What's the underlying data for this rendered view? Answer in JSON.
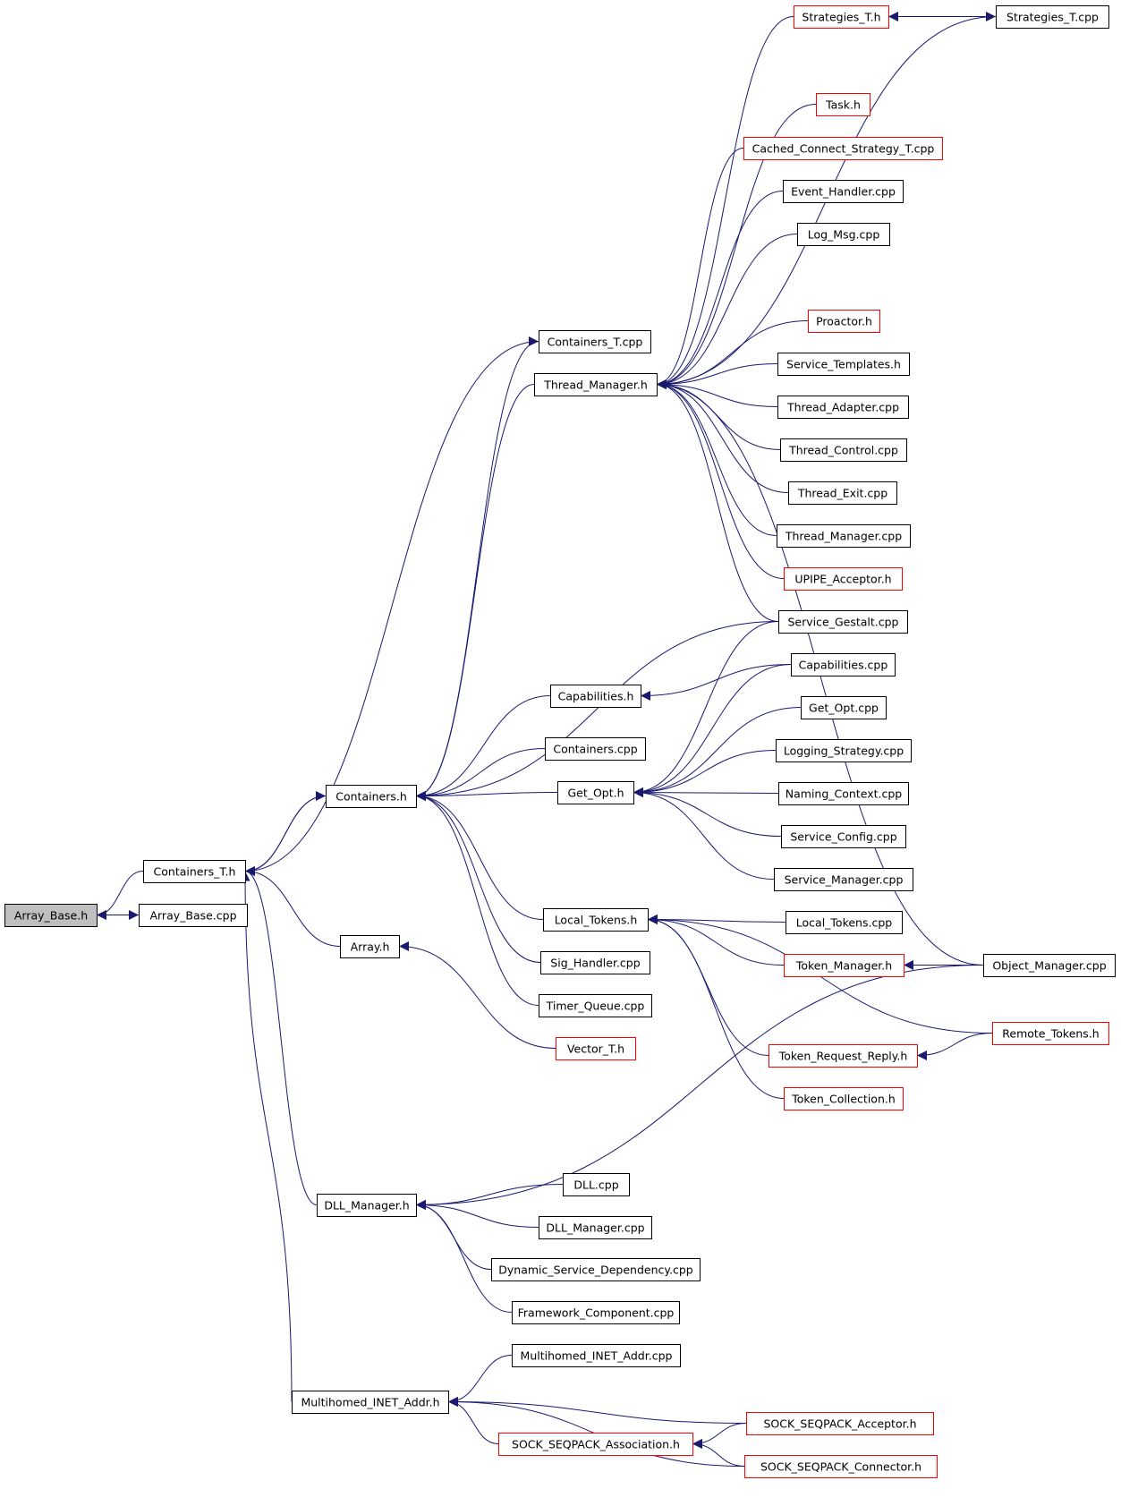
{
  "colors": {
    "edge": "#191970",
    "node_border": "#000000",
    "node_border_alt": "#ff0000",
    "root_fill": "#bfbfbf"
  },
  "nodes": [
    {
      "id": "array_base_h",
      "label": "Array_Base.h",
      "style": "root"
    },
    {
      "id": "array_base_cpp",
      "label": "Array_Base.cpp",
      "style": "black"
    },
    {
      "id": "containers_t_h",
      "label": "Containers_T.h",
      "style": "black"
    },
    {
      "id": "containers_h",
      "label": "Containers.h",
      "style": "black"
    },
    {
      "id": "array_h",
      "label": "Array.h",
      "style": "black"
    },
    {
      "id": "dll_manager_h",
      "label": "DLL_Manager.h",
      "style": "black"
    },
    {
      "id": "multihomed_inet_addr_h",
      "label": "Multihomed_INET_Addr.h",
      "style": "black"
    },
    {
      "id": "containers_t_cpp",
      "label": "Containers_T.cpp",
      "style": "black"
    },
    {
      "id": "thread_manager_h",
      "label": "Thread_Manager.h",
      "style": "black"
    },
    {
      "id": "capabilities_h",
      "label": "Capabilities.h",
      "style": "black"
    },
    {
      "id": "containers_cpp",
      "label": "Containers.cpp",
      "style": "black"
    },
    {
      "id": "get_opt_h",
      "label": "Get_Opt.h",
      "style": "black"
    },
    {
      "id": "local_tokens_h",
      "label": "Local_Tokens.h",
      "style": "black"
    },
    {
      "id": "sig_handler_cpp",
      "label": "Sig_Handler.cpp",
      "style": "black"
    },
    {
      "id": "timer_queue_cpp",
      "label": "Timer_Queue.cpp",
      "style": "black"
    },
    {
      "id": "vector_t_h",
      "label": "Vector_T.h",
      "style": "red"
    },
    {
      "id": "dll_cpp",
      "label": "DLL.cpp",
      "style": "black"
    },
    {
      "id": "dll_manager_cpp",
      "label": "DLL_Manager.cpp",
      "style": "black"
    },
    {
      "id": "dynamic_service_dependency_cpp",
      "label": "Dynamic_Service_Dependency.cpp",
      "style": "black"
    },
    {
      "id": "framework_component_cpp",
      "label": "Framework_Component.cpp",
      "style": "black"
    },
    {
      "id": "multihomed_inet_addr_cpp",
      "label": "Multihomed_INET_Addr.cpp",
      "style": "black"
    },
    {
      "id": "sock_seqpack_association_h",
      "label": "SOCK_SEQPACK_Association.h",
      "style": "red"
    },
    {
      "id": "strategies_t_h",
      "label": "Strategies_T.h",
      "style": "red"
    },
    {
      "id": "strategies_t_cpp",
      "label": "Strategies_T.cpp",
      "style": "black"
    },
    {
      "id": "task_h",
      "label": "Task.h",
      "style": "red"
    },
    {
      "id": "cached_connect_strategy_t_cpp",
      "label": "Cached_Connect_Strategy_T.cpp",
      "style": "red"
    },
    {
      "id": "event_handler_cpp",
      "label": "Event_Handler.cpp",
      "style": "black"
    },
    {
      "id": "log_msg_cpp",
      "label": "Log_Msg.cpp",
      "style": "black"
    },
    {
      "id": "proactor_h",
      "label": "Proactor.h",
      "style": "red"
    },
    {
      "id": "service_templates_h",
      "label": "Service_Templates.h",
      "style": "black"
    },
    {
      "id": "thread_adapter_cpp",
      "label": "Thread_Adapter.cpp",
      "style": "black"
    },
    {
      "id": "thread_control_cpp",
      "label": "Thread_Control.cpp",
      "style": "black"
    },
    {
      "id": "thread_exit_cpp",
      "label": "Thread_Exit.cpp",
      "style": "black"
    },
    {
      "id": "thread_manager_cpp",
      "label": "Thread_Manager.cpp",
      "style": "black"
    },
    {
      "id": "upipe_acceptor_h",
      "label": "UPIPE_Acceptor.h",
      "style": "red"
    },
    {
      "id": "service_gestalt_cpp",
      "label": "Service_Gestalt.cpp",
      "style": "black"
    },
    {
      "id": "capabilities_cpp",
      "label": "Capabilities.cpp",
      "style": "black"
    },
    {
      "id": "get_opt_cpp",
      "label": "Get_Opt.cpp",
      "style": "black"
    },
    {
      "id": "logging_strategy_cpp",
      "label": "Logging_Strategy.cpp",
      "style": "black"
    },
    {
      "id": "naming_context_cpp",
      "label": "Naming_Context.cpp",
      "style": "black"
    },
    {
      "id": "service_config_cpp",
      "label": "Service_Config.cpp",
      "style": "black"
    },
    {
      "id": "service_manager_cpp",
      "label": "Service_Manager.cpp",
      "style": "black"
    },
    {
      "id": "local_tokens_cpp",
      "label": "Local_Tokens.cpp",
      "style": "black"
    },
    {
      "id": "token_manager_h",
      "label": "Token_Manager.h",
      "style": "red"
    },
    {
      "id": "token_request_reply_h",
      "label": "Token_Request_Reply.h",
      "style": "red"
    },
    {
      "id": "token_collection_h",
      "label": "Token_Collection.h",
      "style": "red"
    },
    {
      "id": "sock_seqpack_acceptor_h",
      "label": "SOCK_SEQPACK_Acceptor.h",
      "style": "red"
    },
    {
      "id": "sock_seqpack_connector_h",
      "label": "SOCK_SEQPACK_Connector.h",
      "style": "red"
    },
    {
      "id": "object_manager_cpp",
      "label": "Object_Manager.cpp",
      "style": "black"
    },
    {
      "id": "remote_tokens_h",
      "label": "Remote_Tokens.h",
      "style": "red"
    }
  ],
  "edges": [
    {
      "from": "containers_t_h",
      "to": "array_base_h"
    },
    {
      "from": "array_base_cpp",
      "to": "array_base_h"
    },
    {
      "from": "array_base_h",
      "to": "array_base_cpp"
    },
    {
      "from": "containers_h",
      "to": "containers_t_h"
    },
    {
      "from": "containers_t_h",
      "to": "containers_h"
    },
    {
      "from": "array_h",
      "to": "containers_t_h"
    },
    {
      "from": "dll_manager_h",
      "to": "containers_t_h"
    },
    {
      "from": "multihomed_inet_addr_h",
      "to": "containers_t_h"
    },
    {
      "from": "containers_t_h",
      "to": "containers_t_cpp"
    },
    {
      "from": "containers_t_cpp",
      "to": "containers_h"
    },
    {
      "from": "thread_manager_h",
      "to": "containers_h"
    },
    {
      "from": "service_gestalt_cpp",
      "to": "containers_h"
    },
    {
      "from": "capabilities_h",
      "to": "containers_h"
    },
    {
      "from": "containers_cpp",
      "to": "containers_h"
    },
    {
      "from": "get_opt_h",
      "to": "containers_h"
    },
    {
      "from": "local_tokens_h",
      "to": "containers_h"
    },
    {
      "from": "sig_handler_cpp",
      "to": "containers_h"
    },
    {
      "from": "timer_queue_cpp",
      "to": "containers_h"
    },
    {
      "from": "vector_t_h",
      "to": "array_h"
    },
    {
      "from": "strategies_t_h",
      "to": "thread_manager_h"
    },
    {
      "from": "strategies_t_cpp",
      "to": "thread_manager_h"
    },
    {
      "from": "task_h",
      "to": "thread_manager_h"
    },
    {
      "from": "cached_connect_strategy_t_cpp",
      "to": "thread_manager_h"
    },
    {
      "from": "event_handler_cpp",
      "to": "thread_manager_h"
    },
    {
      "from": "log_msg_cpp",
      "to": "thread_manager_h"
    },
    {
      "from": "object_manager_cpp",
      "to": "thread_manager_h"
    },
    {
      "from": "proactor_h",
      "to": "thread_manager_h"
    },
    {
      "from": "service_templates_h",
      "to": "thread_manager_h"
    },
    {
      "from": "thread_adapter_cpp",
      "to": "thread_manager_h"
    },
    {
      "from": "thread_control_cpp",
      "to": "thread_manager_h"
    },
    {
      "from": "thread_exit_cpp",
      "to": "thread_manager_h"
    },
    {
      "from": "thread_manager_cpp",
      "to": "thread_manager_h"
    },
    {
      "from": "upipe_acceptor_h",
      "to": "thread_manager_h"
    },
    {
      "from": "service_gestalt_cpp",
      "to": "thread_manager_h"
    },
    {
      "from": "strategies_t_cpp",
      "to": "strategies_t_h"
    },
    {
      "from": "strategies_t_h",
      "to": "strategies_t_cpp"
    },
    {
      "from": "capabilities_cpp",
      "to": "capabilities_h"
    },
    {
      "from": "service_gestalt_cpp",
      "to": "get_opt_h"
    },
    {
      "from": "capabilities_cpp",
      "to": "get_opt_h"
    },
    {
      "from": "get_opt_cpp",
      "to": "get_opt_h"
    },
    {
      "from": "logging_strategy_cpp",
      "to": "get_opt_h"
    },
    {
      "from": "naming_context_cpp",
      "to": "get_opt_h"
    },
    {
      "from": "service_config_cpp",
      "to": "get_opt_h"
    },
    {
      "from": "service_manager_cpp",
      "to": "get_opt_h"
    },
    {
      "from": "local_tokens_cpp",
      "to": "local_tokens_h"
    },
    {
      "from": "token_manager_h",
      "to": "local_tokens_h"
    },
    {
      "from": "remote_tokens_h",
      "to": "local_tokens_h"
    },
    {
      "from": "token_request_reply_h",
      "to": "local_tokens_h"
    },
    {
      "from": "token_collection_h",
      "to": "local_tokens_h"
    },
    {
      "from": "object_manager_cpp",
      "to": "token_manager_h"
    },
    {
      "from": "remote_tokens_h",
      "to": "token_request_reply_h"
    },
    {
      "from": "object_manager_cpp",
      "to": "dll_manager_h"
    },
    {
      "from": "dll_cpp",
      "to": "dll_manager_h"
    },
    {
      "from": "dll_manager_cpp",
      "to": "dll_manager_h"
    },
    {
      "from": "dynamic_service_dependency_cpp",
      "to": "dll_manager_h"
    },
    {
      "from": "framework_component_cpp",
      "to": "dll_manager_h"
    },
    {
      "from": "multihomed_inet_addr_cpp",
      "to": "multihomed_inet_addr_h"
    },
    {
      "from": "sock_seqpack_acceptor_h",
      "to": "multihomed_inet_addr_h"
    },
    {
      "from": "sock_seqpack_association_h",
      "to": "multihomed_inet_addr_h"
    },
    {
      "from": "sock_seqpack_connector_h",
      "to": "multihomed_inet_addr_h"
    },
    {
      "from": "sock_seqpack_acceptor_h",
      "to": "sock_seqpack_association_h"
    },
    {
      "from": "sock_seqpack_connector_h",
      "to": "sock_seqpack_association_h"
    }
  ]
}
